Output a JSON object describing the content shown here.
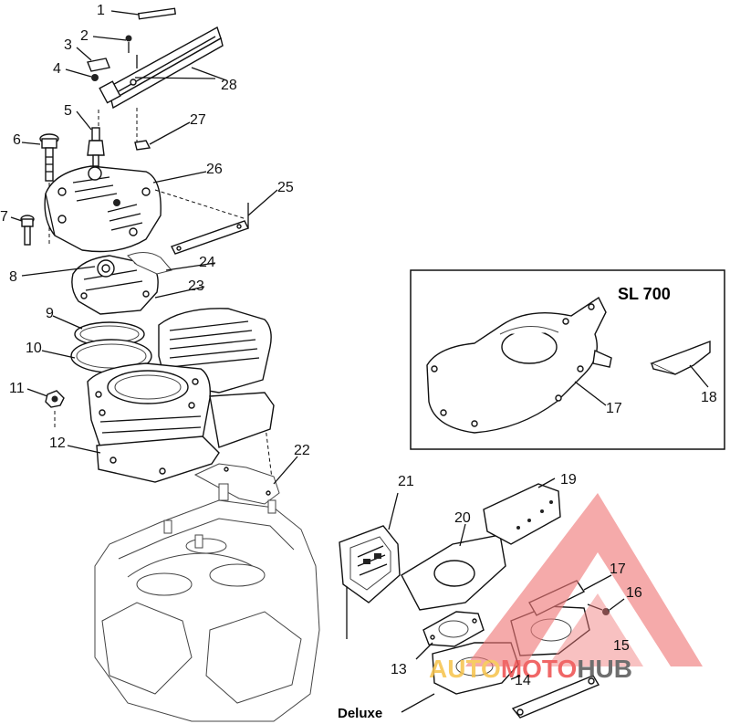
{
  "callouts": [
    "1",
    "2",
    "3",
    "4",
    "5",
    "6",
    "7",
    "8",
    "9",
    "10",
    "11",
    "12",
    "13",
    "14",
    "15",
    "16",
    "17",
    "18",
    "19",
    "20",
    "21",
    "22",
    "23",
    "24",
    "25",
    "26",
    "27",
    "28"
  ],
  "inset": {
    "title": "SL 700",
    "callouts": [
      "17",
      "18"
    ]
  },
  "variant_label": "Deluxe",
  "watermark": {
    "part1": "AUTO",
    "part2": "MOTO",
    "part3": "HUB",
    "colors": {
      "triangle": "#f07a7a",
      "auto": "#f6c24a",
      "moto": "#ee4d4d",
      "hub": "#555555"
    }
  }
}
